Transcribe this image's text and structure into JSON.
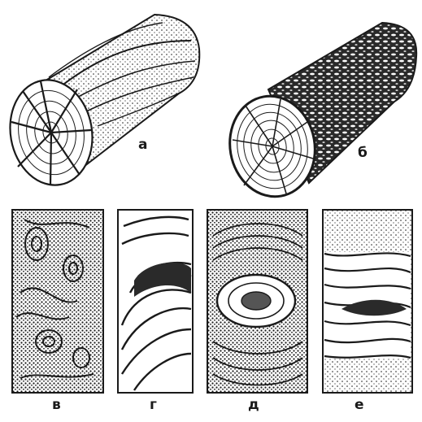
{
  "labels": {
    "a": "а",
    "b": "б",
    "v": "в",
    "g": "г",
    "d": "д",
    "e": "е"
  },
  "colors": {
    "ink": "#1a1a1a",
    "paper": "#ffffff",
    "shade": "#555555"
  },
  "icons": {
    "log_a": "log-with-radial-cracks-icon",
    "log_b": "log-with-bark-icon",
    "panel_v": "knotty-wood-grain-texture",
    "panel_g": "curved-wood-grain-texture",
    "panel_d": "wood-knot-texture",
    "panel_e": "horizontal-wood-grain-texture"
  }
}
